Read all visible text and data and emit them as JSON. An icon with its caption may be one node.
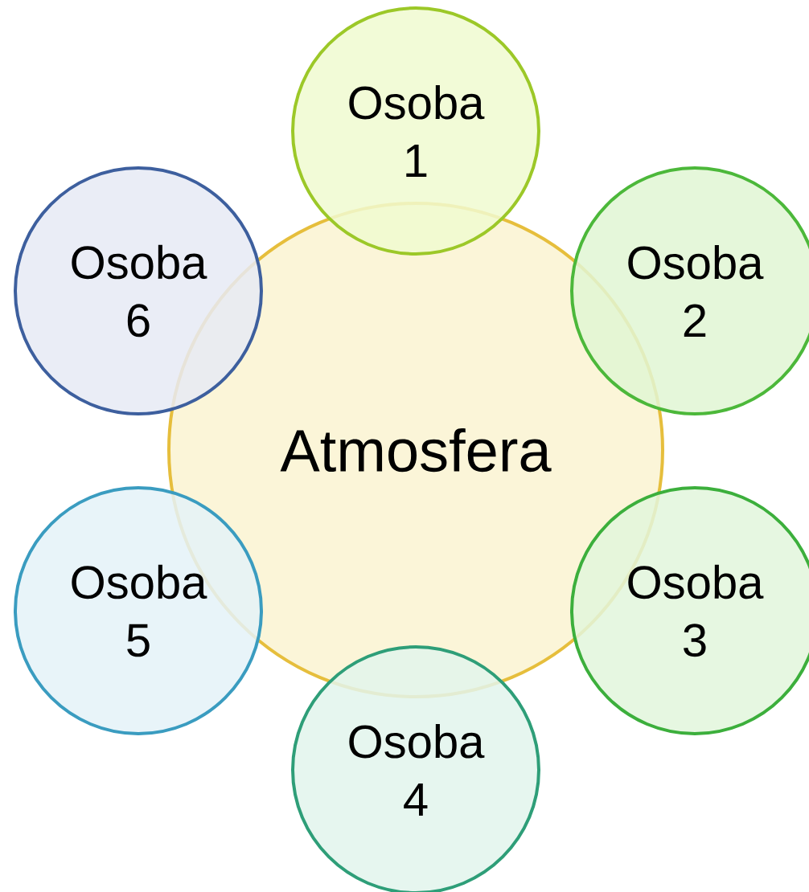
{
  "diagram": {
    "nodes": [
      {
        "text": [
          "Atmosfera"
        ]
      },
      {
        "text": [
          "Osoba 1"
        ]
      },
      {
        "text": [
          "Osoba 2"
        ]
      },
      {
        "text": [
          "Osoba 3"
        ]
      },
      {
        "text": [
          "Osoba 4"
        ]
      },
      {
        "text": [
          "Osoba 5"
        ]
      },
      {
        "text": [
          "Osoba 6"
        ]
      }
    ]
  }
}
